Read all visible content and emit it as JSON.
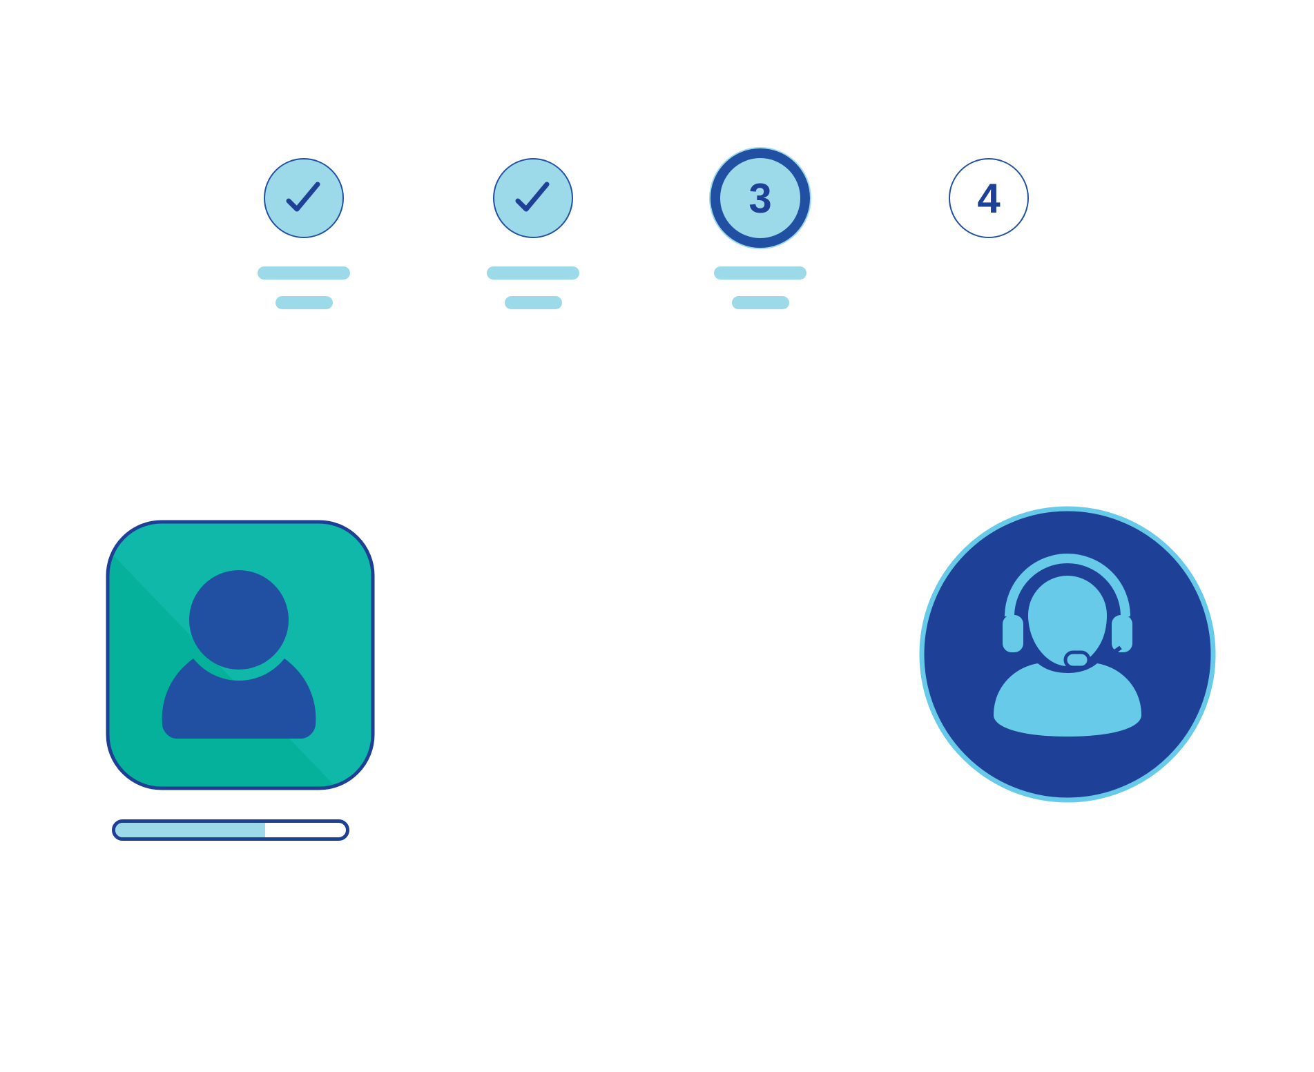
{
  "stepper": {
    "steps": [
      {
        "state": "complete",
        "icon": "check-icon"
      },
      {
        "state": "complete",
        "icon": "check-icon"
      },
      {
        "state": "active",
        "label": "3"
      },
      {
        "state": "pending",
        "label": "4"
      }
    ]
  },
  "profile_card": {
    "icon": "user-icon",
    "progress_percent": 65
  },
  "support_avatar": {
    "icon": "headset-agent-icon"
  },
  "colors": {
    "navy": "#1e4197",
    "light_blue": "#9cdaea",
    "teal": "#0fb8a8",
    "sky": "#66cae8"
  }
}
